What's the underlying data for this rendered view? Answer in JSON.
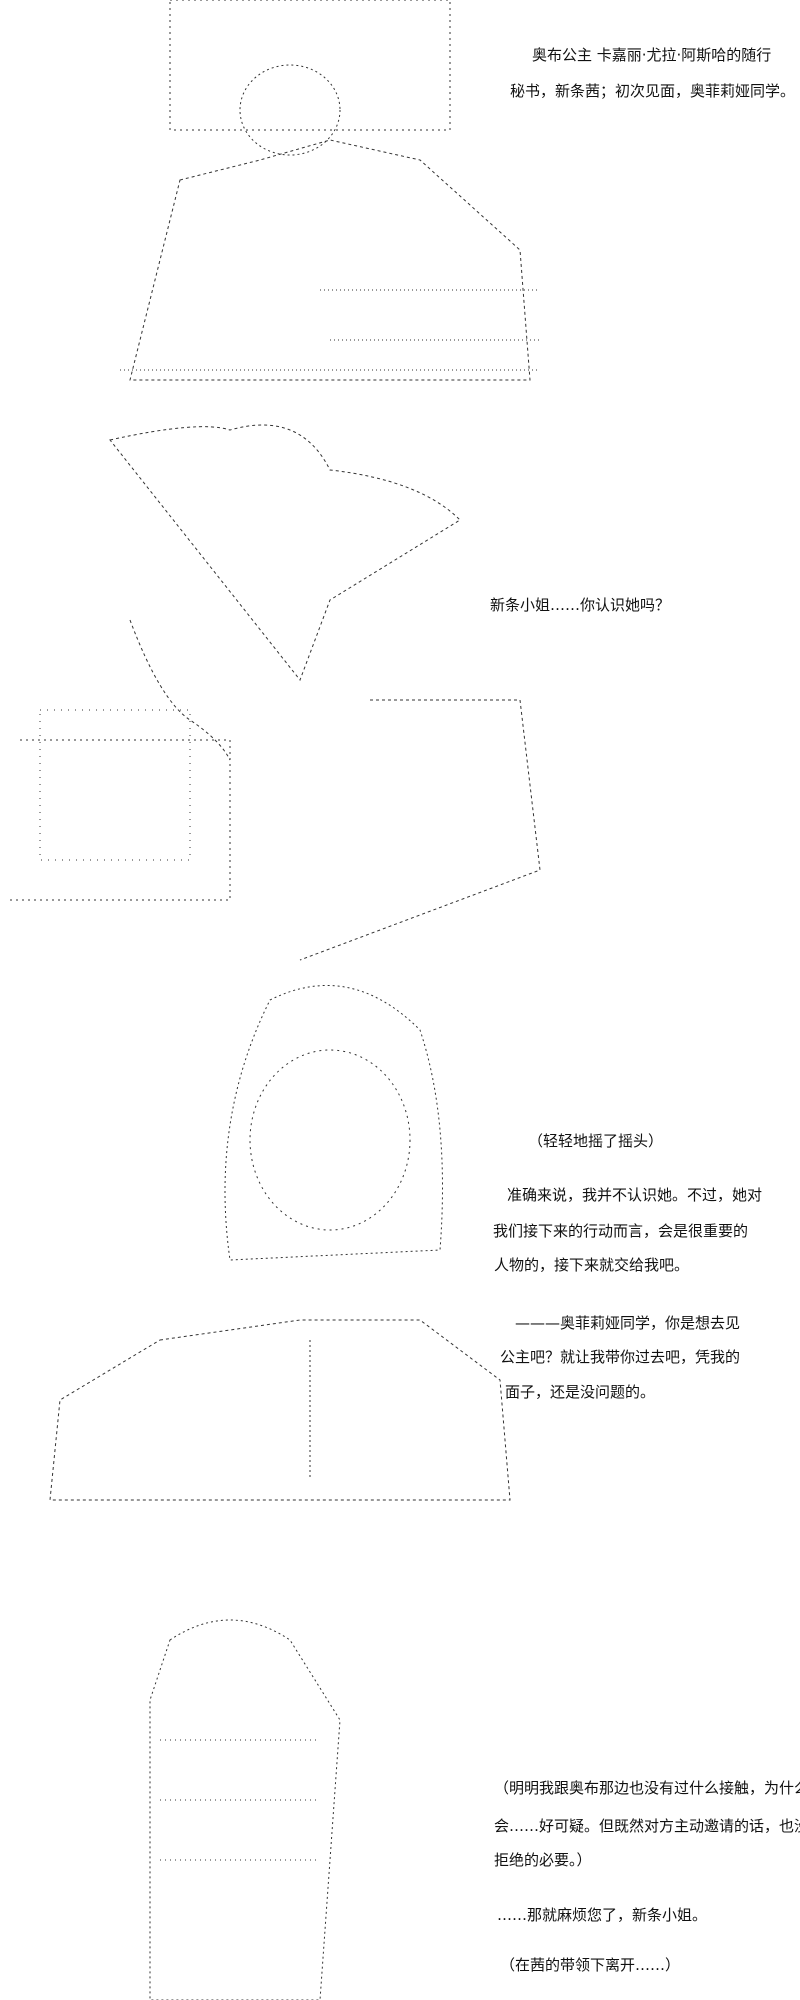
{
  "panels": [
    {
      "lines": [
        "奥布公主 卡嘉丽·尤拉·阿斯哈的随行",
        "秘书，新条茜；初次见面，奥菲莉娅同学。"
      ]
    },
    {
      "lines": [
        "新条小姐……你认识她吗？"
      ]
    },
    {
      "lines": [
        "（轻轻地摇了摇头）",
        "准确来说，我并不认识她。不过，她对",
        "我们接下来的行动而言，会是很重要的",
        "人物的，接下来就交给我吧。",
        "———奥菲莉娅同学，你是想去见",
        "公主吧？就让我带你过去吧，凭我的",
        "面子，还是没问题的。"
      ]
    },
    {
      "lines": [
        "（明明我跟奥布那边也没有过什么接触，为什么她",
        "会……好可疑。但既然对方主动邀请的话，也没有",
        "拒绝的必要。）",
        "……那就麻烦您了，新条小姐。",
        "（在茜的带领下离开……）"
      ]
    }
  ]
}
